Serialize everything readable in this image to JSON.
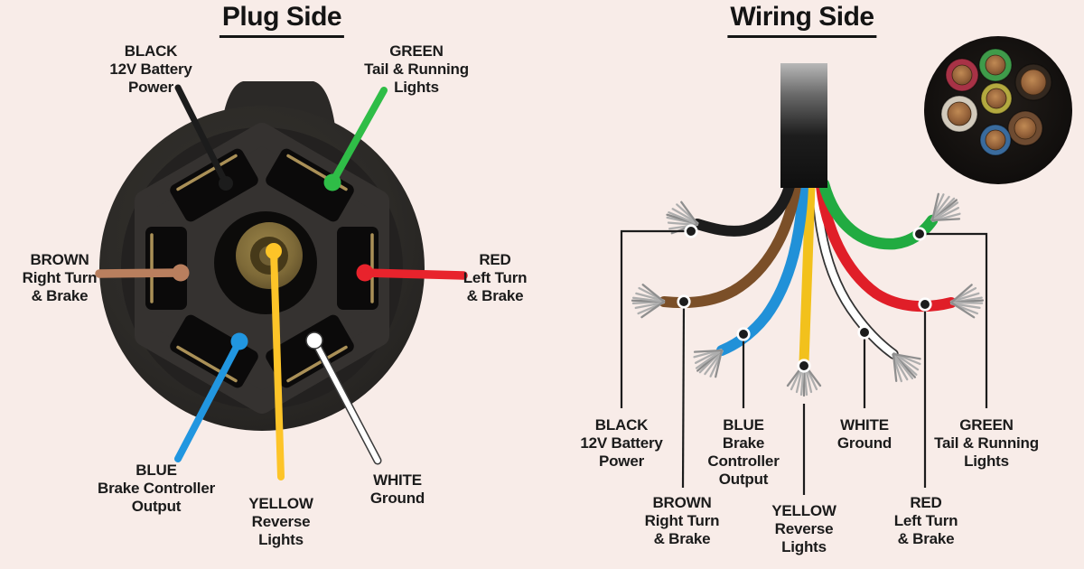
{
  "plug_side": {
    "title": "Plug Side",
    "labels": [
      {
        "wire": "black",
        "lines": [
          "BLACK",
          "12V Battery",
          "Power"
        ]
      },
      {
        "wire": "green",
        "lines": [
          "GREEN",
          "Tail & Running",
          "Lights"
        ]
      },
      {
        "wire": "brown",
        "lines": [
          "BROWN",
          "Right Turn",
          "& Brake"
        ]
      },
      {
        "wire": "red",
        "lines": [
          "RED",
          "Left Turn",
          "& Brake"
        ]
      },
      {
        "wire": "blue",
        "lines": [
          "BLUE",
          "Brake Controller",
          "Output"
        ]
      },
      {
        "wire": "yellow",
        "lines": [
          "YELLOW",
          "Reverse",
          "Lights"
        ]
      },
      {
        "wire": "white",
        "lines": [
          "WHITE",
          "Ground"
        ]
      }
    ]
  },
  "wiring_side": {
    "title": "Wiring Side",
    "labels": [
      {
        "wire": "black",
        "lines": [
          "BLACK",
          "12V Battery",
          "Power"
        ]
      },
      {
        "wire": "blue",
        "lines": [
          "BLUE",
          "Brake",
          "Controller",
          "Output"
        ]
      },
      {
        "wire": "white",
        "lines": [
          "WHITE",
          "Ground"
        ]
      },
      {
        "wire": "green",
        "lines": [
          "GREEN",
          "Tail & Running",
          "Lights"
        ]
      },
      {
        "wire": "brown",
        "lines": [
          "BROWN",
          "Right Turn",
          "& Brake"
        ]
      },
      {
        "wire": "yellow",
        "lines": [
          "YELLOW",
          "Reverse",
          "Lights"
        ]
      },
      {
        "wire": "red",
        "lines": [
          "RED",
          "Left Turn",
          "& Brake"
        ]
      }
    ]
  },
  "palette": {
    "background": "#f8ece8",
    "text": "#1b1b1b",
    "callout": "#1c1c1c",
    "blade": "#aa9057",
    "wire": {
      "black": "#1c1c1c",
      "brown": "#7b4f28",
      "blue": "#2191d8",
      "yellow": "#f2c11c",
      "white": "#ffffff",
      "red": "#e01e28",
      "green": "#21ab41"
    },
    "plug_leader": {
      "black": "#1c1c1c",
      "green": "#2fbd47",
      "brown": "#b97f5e",
      "red": "#e8232c",
      "blue": "#2196e0",
      "white": "#ffffff",
      "yellow": "#fdc428"
    },
    "cross_section": {
      "jacket": "#17120f",
      "copper": "#9c6a3d",
      "red": "#a83246",
      "green": "#3f9b4a",
      "black": "#33281f",
      "yellow": "#b3a93f",
      "white": "#d2cabc",
      "brown": "#6e4b31",
      "blue": "#3a6b9d"
    }
  }
}
